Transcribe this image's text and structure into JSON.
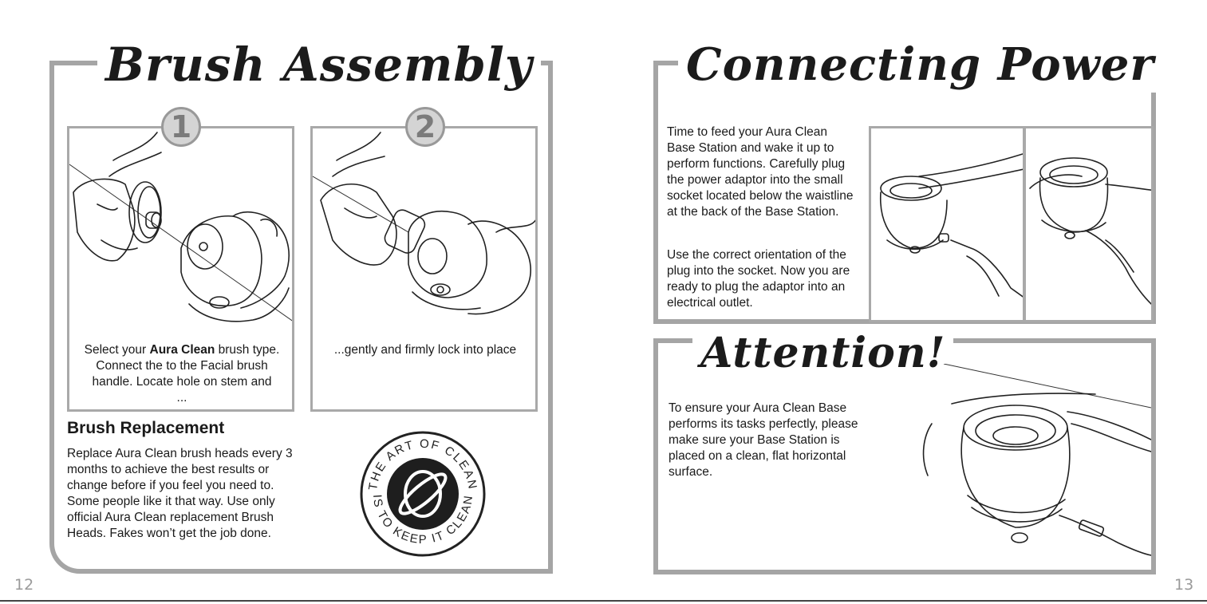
{
  "left_page": {
    "title": "Brush Assembly",
    "step1": {
      "number": "1",
      "caption_line1": "Select your ",
      "caption_brand": "Aura Clean",
      "caption_line1_end": " brush type.",
      "caption_rest": "Connect the to the Facial brush handle. Locate hole on stem and ..."
    },
    "step2": {
      "number": "2",
      "caption": "...gently and firmly lock into place"
    },
    "replacement_heading": "Brush Replacement",
    "replacement_text": "Replace Aura Clean brush heads every 3 months to achieve the best results or change before if you feel you need to. Some people like it that way. Use only official Aura Clean replacement Brush Heads. Fakes won’t get the job done.",
    "seal_text_top": "THE ART OF CLEAN",
    "seal_text_bottom": "IS TO KEEP IT CLEAN",
    "page_number": "12"
  },
  "right_page": {
    "title": "Connecting Power",
    "power_text_1": "Time to feed your Aura Clean Base Station and wake it up to perform functions. Carefully plug the power adaptor into the small socket located below the waistline at the back of the Base Station.",
    "power_text_2": "Use the correct orientation of the plug into the socket. Now you are ready to plug the adaptor into an electrical outlet.",
    "attention_title": "Attention!",
    "attention_text": "To ensure your Aura Clean Base performs its tasks perfectly, please make sure your Base Station is placed on a clean, flat horizontal surface.",
    "page_number": "13"
  },
  "colors": {
    "frame": "#a5a5a5",
    "panel_border": "#a9a9a9",
    "text": "#1a1a1a",
    "badge": "#d4d4d4"
  }
}
